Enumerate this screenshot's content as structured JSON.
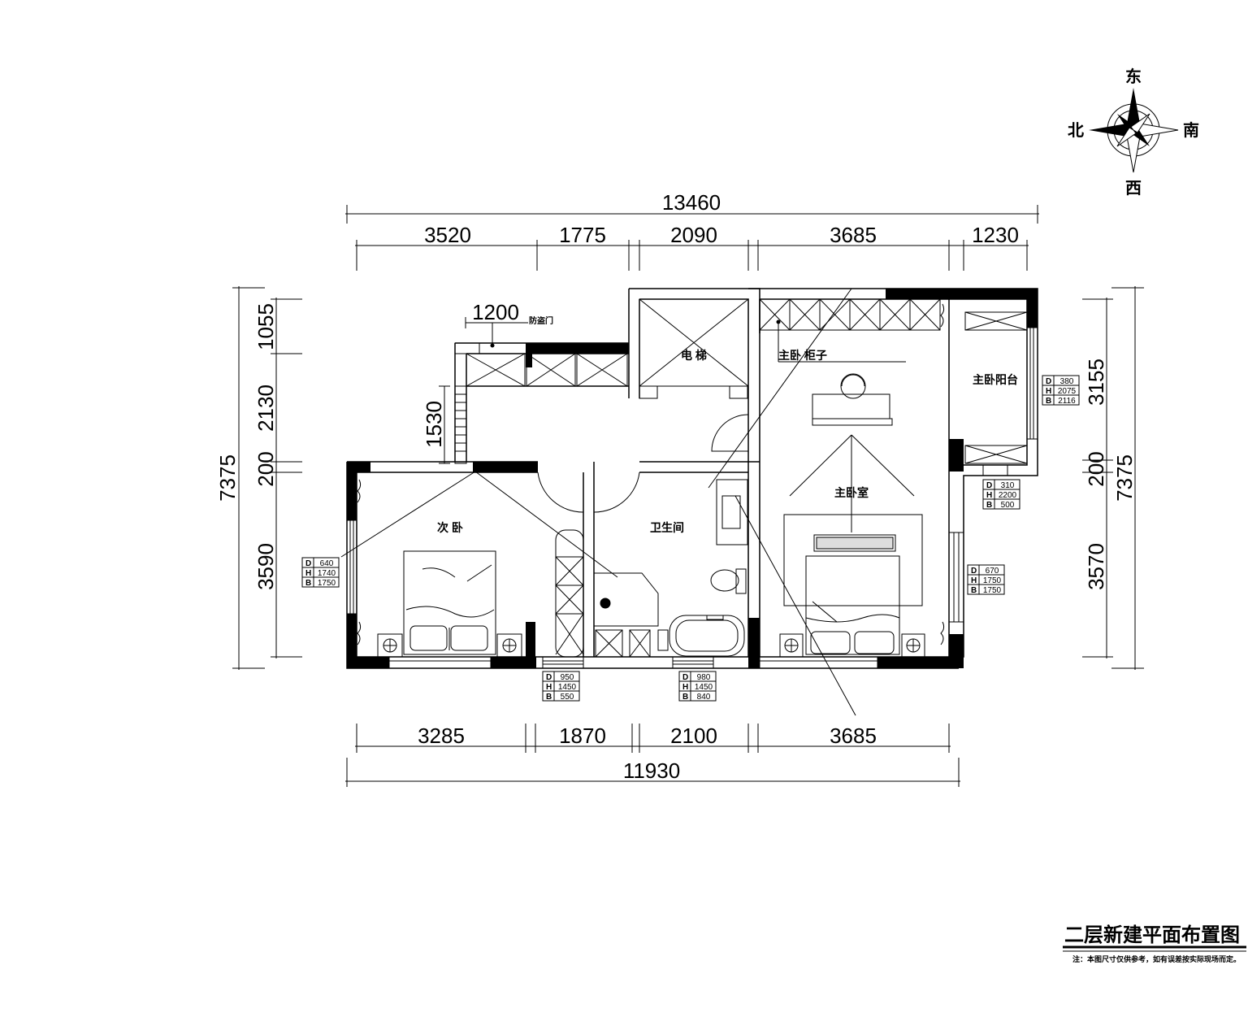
{
  "compass": {
    "east": "东",
    "west": "西",
    "south": "南",
    "north": "北"
  },
  "dimensions": {
    "top_total": "13460",
    "top_segments": [
      "3520",
      "1775",
      "2090",
      "3685",
      "1230"
    ],
    "bottom_segments": [
      "3285",
      "1870",
      "2100",
      "3685"
    ],
    "bottom_total": "11930",
    "left_total": "7375",
    "left_segments": [
      "1055",
      "2130",
      "200",
      "3590"
    ],
    "right_total": "7375",
    "right_segments": [
      "3155",
      "200",
      "3570"
    ],
    "entry_width": "1200",
    "entry_side": "1530"
  },
  "rooms": {
    "elevator": "电 梯",
    "master_wardrobe": "主卧 柜子",
    "master_balcony": "主卧阳台",
    "master_bedroom": "主卧室",
    "second_bedroom": "次 卧",
    "bathroom": "卫生间",
    "security_door": "防盗门"
  },
  "window_tags": [
    {
      "d": "640",
      "h": "1740",
      "b": "1750"
    },
    {
      "d": "950",
      "h": "1450",
      "b": "550"
    },
    {
      "d": "980",
      "h": "1450",
      "b": "840"
    },
    {
      "d": "310",
      "h": "2200",
      "b": "500"
    },
    {
      "d": "670",
      "h": "1750",
      "b": "1750"
    },
    {
      "d": "380",
      "h": "2075",
      "b": "2116"
    }
  ],
  "tag_letters": {
    "d": "D",
    "h": "H",
    "b": "B"
  },
  "title": "二层新建平面布置图",
  "note": "注：本图尺寸仅供参考，如有误差按实际现场而定。"
}
